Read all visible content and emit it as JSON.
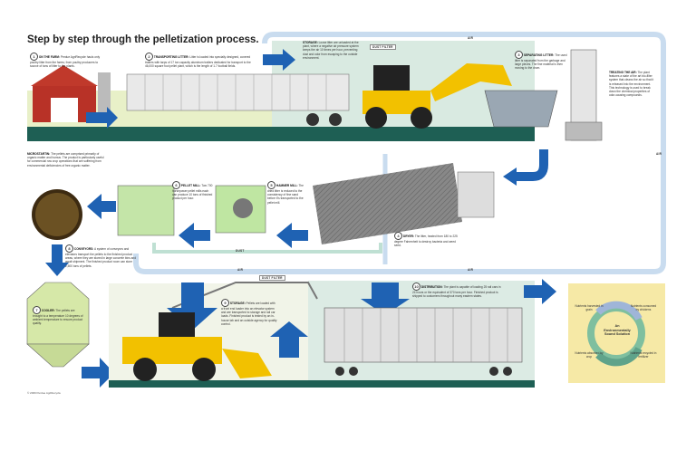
{
  "title": "Step by step through the pelletization process.",
  "steps": {
    "s1": {
      "num": "1",
      "head": "ON THE FARM:",
      "text": "Perdue AgriRecycle hauls only poultry litter from the farms; from poultry producers to source of tons of litter to the plants."
    },
    "s2": {
      "num": "2",
      "head": "TRANSPORTING LITTER:",
      "text": "Litter is loaded into specially designed, covered trailers with tarps of 17 ton capacity aluminum trailers dedicated for transport to the 46,000 square foot pellet plant, which is the length of 1.7 football fields."
    },
    "storage": {
      "head": "STORAGE:",
      "text": "Loose litter are unloaded at the plant, where a negative air pressure system keeps the air 10 times per hour, preventing dust and odor from escaping to the outside environment."
    },
    "s3": {
      "num": "3",
      "head": "SEPARATING LITTER:",
      "text": "The used litter is separated from the garbage and large pieces. The fine material is then moving to the drum."
    },
    "treating": {
      "head": "TREATING THE AIR:",
      "text": "The plant features a state of the art bio-filter system that cleans the air so that it is released into the environment. This technology is used to break down the chemical properties of odor-causing compounds."
    },
    "s4": {
      "num": "4",
      "head": "DRYER:",
      "text": "The litter, heated from 180 to 225 degree Fahrenheit to destroy bacteria and weed seed."
    },
    "s5": {
      "num": "5",
      "head": "HAMMER MILL:",
      "text": "The dried litter is reduced to the consistency of fine sand before it's transported to the pellet mill."
    },
    "s6": {
      "num": "6",
      "head": "PELLET MILL:",
      "text": "Two 700 horsepower pellet mills each can produce 10 tons of finished product per hour."
    },
    "micro": {
      "head": "MICROSTARTIN:",
      "text": "The pellets are comprised primarily of organic matter and humus. The product is particularly useful for commercial row crop operations that are suffering from environmental deficiencies of free organic matter."
    },
    "s7": {
      "num": "7",
      "head": "COOLER:",
      "text": "The pellets are brought to a temperature 10 degrees of ambient temperature to ensure product quality."
    },
    "s8": {
      "num": "8",
      "head": "CONVEYORS:",
      "text": "A system of conveyors and elevators transport the pellets to the finished product areas, where they are stored in large concrete bins and await shipment. The finished product room can store 2,500 tons of pellets."
    },
    "s9": {
      "num": "9",
      "head": "STORAGE:",
      "text": "Pellets are loaded with a front end loader into an elevator system and are transported to storage and rail car loads. Finished product is tested by an in-house lab and an outside agency for quality control."
    },
    "s10": {
      "num": "10",
      "head": "DISTRIBUTION:",
      "text": "The plant is capable of loading 25 rail cars in 24 hours or the equivalent of 370 tons per hour. Finished product is shipped to customers throughout many eastern states."
    }
  },
  "flow_labels": {
    "dust_filter_top": "DUST FILTER",
    "dust_filter_bottom": "DUST FILTER",
    "air_top": "AIR",
    "air_side": "AIR",
    "air_bottom_left": "AIR",
    "air_bottom_right": "AIR",
    "dust": "DUST"
  },
  "cycle": {
    "center": "An Environmentally Sound Solution",
    "items": [
      "Nutrients harvested in grain",
      "Nutrients consumed by chickens",
      "Nutrients recycled in fertilizer",
      "Nutrients absorbed by crop"
    ]
  },
  "copyright": "© 2009 Perdue AgriRecycle",
  "colors": {
    "arrow": "#1f62b3",
    "air": "#c9dcef",
    "grass": "#7fbf3a",
    "loader": "#f2c100",
    "cycle_bg": "#f6e9a6"
  }
}
